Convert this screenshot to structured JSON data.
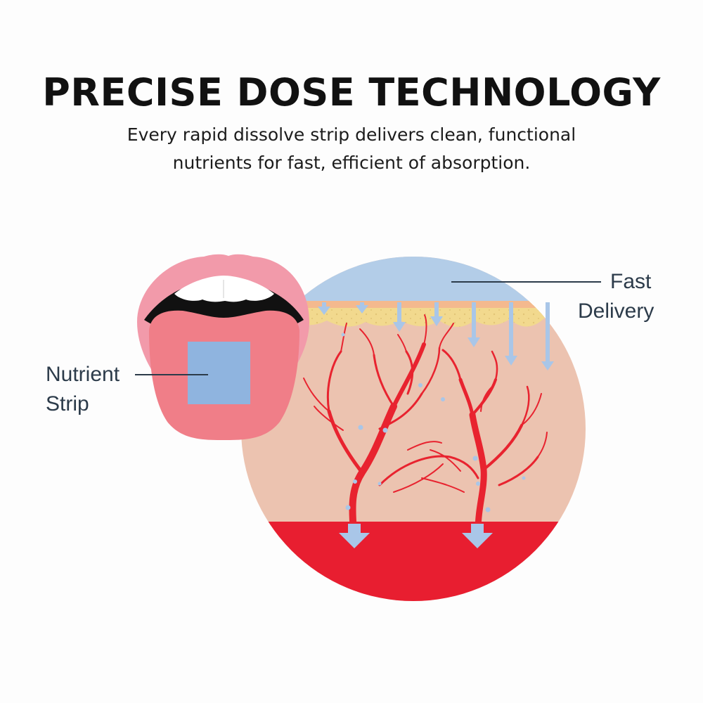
{
  "header": {
    "title": "PRECISE DOSE TECHNOLOGY",
    "subtitle_line1": "Every rapid dissolve strip delivers clean, functional",
    "subtitle_line2": "nutrients for fast, efficient of absorption."
  },
  "labels": {
    "nutrient_strip": [
      "Nutrient",
      "Strip"
    ],
    "fast_delivery": [
      "Fast",
      "Delivery"
    ]
  },
  "colors": {
    "skin": "#ecc3b0",
    "blood": "#e81e30",
    "vessel": "#e8232f",
    "arrow": "#a9c6e8",
    "sky": "#b3cde8",
    "fat": "#f2d98e",
    "lips": "#f29aaa",
    "tongue": "#f07e88",
    "strip": "#8fb4df"
  }
}
